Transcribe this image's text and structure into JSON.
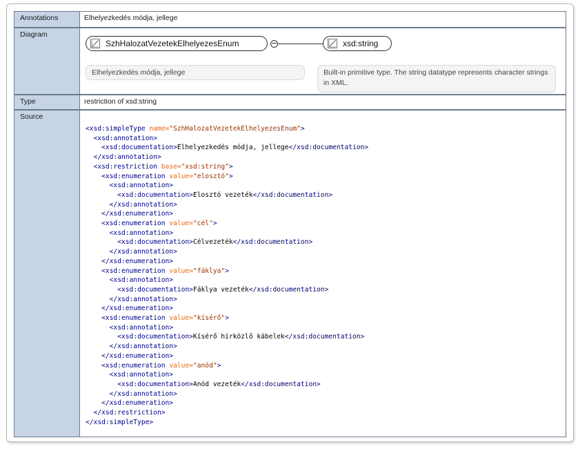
{
  "rows": {
    "annotations": {
      "label": "Annotations",
      "value": "Elhelyezkedés módja, jellege"
    },
    "diagram": {
      "label": "Diagram",
      "left_node": "SzhHalozatVezetekElhelyezesEnum",
      "left_note": "Elhelyezkedés módja, jellege",
      "right_node": "xsd:string",
      "right_note": "Built-in primitive type. The string datatype represents character strings in XML."
    },
    "type": {
      "label": "Type",
      "value": "restriction of xsd:string"
    },
    "source": {
      "label": "Source"
    }
  },
  "source_lines": [
    {
      "indent": 0,
      "parts": [
        [
          "t",
          "<xsd:simpleType "
        ],
        [
          "a",
          "name="
        ],
        [
          "v",
          "\"SzhHalozatVezetekElhelyezesEnum\""
        ],
        [
          "t",
          ">"
        ]
      ]
    },
    {
      "indent": 1,
      "parts": [
        [
          "t",
          "<xsd:annotation>"
        ]
      ]
    },
    {
      "indent": 2,
      "parts": [
        [
          "t",
          "<xsd:documentation>"
        ],
        [
          "x",
          "Elhelyezkedés módja, jellege"
        ],
        [
          "t",
          "</xsd:documentation>"
        ]
      ]
    },
    {
      "indent": 1,
      "parts": [
        [
          "t",
          "</xsd:annotation>"
        ]
      ]
    },
    {
      "indent": 1,
      "parts": [
        [
          "t",
          "<xsd:restriction "
        ],
        [
          "a",
          "base="
        ],
        [
          "v",
          "\"xsd:string\""
        ],
        [
          "t",
          ">"
        ]
      ]
    },
    {
      "indent": 2,
      "parts": [
        [
          "t",
          "<xsd:enumeration "
        ],
        [
          "a",
          "value="
        ],
        [
          "v",
          "\"elosztó\""
        ],
        [
          "t",
          ">"
        ]
      ]
    },
    {
      "indent": 3,
      "parts": [
        [
          "t",
          "<xsd:annotation>"
        ]
      ]
    },
    {
      "indent": 4,
      "parts": [
        [
          "t",
          "<xsd:documentation>"
        ],
        [
          "x",
          "Elosztó vezeték"
        ],
        [
          "t",
          "</xsd:documentation>"
        ]
      ]
    },
    {
      "indent": 3,
      "parts": [
        [
          "t",
          "</xsd:annotation>"
        ]
      ]
    },
    {
      "indent": 2,
      "parts": [
        [
          "t",
          "</xsd:enumeration>"
        ]
      ]
    },
    {
      "indent": 2,
      "parts": [
        [
          "t",
          "<xsd:enumeration "
        ],
        [
          "a",
          "value="
        ],
        [
          "v",
          "\"cél\""
        ],
        [
          "t",
          ">"
        ]
      ]
    },
    {
      "indent": 3,
      "parts": [
        [
          "t",
          "<xsd:annotation>"
        ]
      ]
    },
    {
      "indent": 4,
      "parts": [
        [
          "t",
          "<xsd:documentation>"
        ],
        [
          "x",
          "Célvezeték"
        ],
        [
          "t",
          "</xsd:documentation>"
        ]
      ]
    },
    {
      "indent": 3,
      "parts": [
        [
          "t",
          "</xsd:annotation>"
        ]
      ]
    },
    {
      "indent": 2,
      "parts": [
        [
          "t",
          "</xsd:enumeration>"
        ]
      ]
    },
    {
      "indent": 2,
      "parts": [
        [
          "t",
          "<xsd:enumeration "
        ],
        [
          "a",
          "value="
        ],
        [
          "v",
          "\"fáklya\""
        ],
        [
          "t",
          ">"
        ]
      ]
    },
    {
      "indent": 3,
      "parts": [
        [
          "t",
          "<xsd:annotation>"
        ]
      ]
    },
    {
      "indent": 4,
      "parts": [
        [
          "t",
          "<xsd:documentation>"
        ],
        [
          "x",
          "Fáklya vezeték"
        ],
        [
          "t",
          "</xsd:documentation>"
        ]
      ]
    },
    {
      "indent": 3,
      "parts": [
        [
          "t",
          "</xsd:annotation>"
        ]
      ]
    },
    {
      "indent": 2,
      "parts": [
        [
          "t",
          "</xsd:enumeration>"
        ]
      ]
    },
    {
      "indent": 2,
      "parts": [
        [
          "t",
          "<xsd:enumeration "
        ],
        [
          "a",
          "value="
        ],
        [
          "v",
          "\"kísérő\""
        ],
        [
          "t",
          ">"
        ]
      ]
    },
    {
      "indent": 3,
      "parts": [
        [
          "t",
          "<xsd:annotation>"
        ]
      ]
    },
    {
      "indent": 4,
      "parts": [
        [
          "t",
          "<xsd:documentation>"
        ],
        [
          "x",
          "Kísérő hírközlő kábelek"
        ],
        [
          "t",
          "</xsd:documentation>"
        ]
      ]
    },
    {
      "indent": 3,
      "parts": [
        [
          "t",
          "</xsd:annotation>"
        ]
      ]
    },
    {
      "indent": 2,
      "parts": [
        [
          "t",
          "</xsd:enumeration>"
        ]
      ]
    },
    {
      "indent": 2,
      "parts": [
        [
          "t",
          "<xsd:enumeration "
        ],
        [
          "a",
          "value="
        ],
        [
          "v",
          "\"anód\""
        ],
        [
          "t",
          ">"
        ]
      ]
    },
    {
      "indent": 3,
      "parts": [
        [
          "t",
          "<xsd:annotation>"
        ]
      ]
    },
    {
      "indent": 4,
      "parts": [
        [
          "t",
          "<xsd:documentation>"
        ],
        [
          "x",
          "Anód vezeték"
        ],
        [
          "t",
          "</xsd:documentation>"
        ]
      ]
    },
    {
      "indent": 3,
      "parts": [
        [
          "t",
          "</xsd:annotation>"
        ]
      ]
    },
    {
      "indent": 2,
      "parts": [
        [
          "t",
          "</xsd:enumeration>"
        ]
      ]
    },
    {
      "indent": 1,
      "parts": [
        [
          "t",
          "</xsd:restriction>"
        ]
      ]
    },
    {
      "indent": 0,
      "parts": [
        [
          "t",
          "</xsd:simpleType>"
        ]
      ]
    }
  ],
  "icons": {
    "node_icon": "simple-type-icon",
    "collapse": "collapse-minus-icon"
  },
  "colors": {
    "label_bg": "#c6d4e6",
    "tag": "#000080",
    "attr_name": "#e06b1c",
    "attr_value": "#993300"
  }
}
